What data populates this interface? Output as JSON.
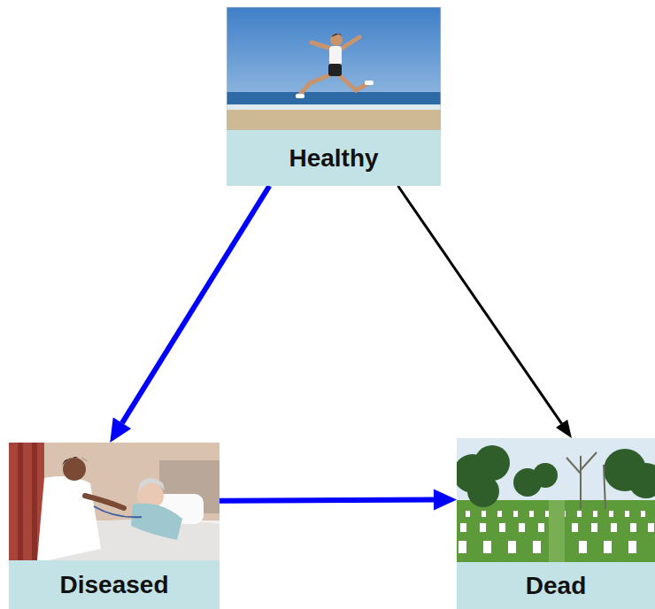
{
  "diagram": {
    "nodes": [
      {
        "text": [
          "Healthy"
        ]
      },
      {
        "text": [
          "Diseased"
        ]
      },
      {
        "text": [
          "Dead"
        ]
      }
    ],
    "edges": [
      {
        "from": 0,
        "to": 1,
        "arrow": "to"
      },
      {
        "from": 0,
        "to": 2,
        "arrow": "to"
      },
      {
        "from": 1,
        "to": 2,
        "arrow": "to"
      }
    ]
  }
}
